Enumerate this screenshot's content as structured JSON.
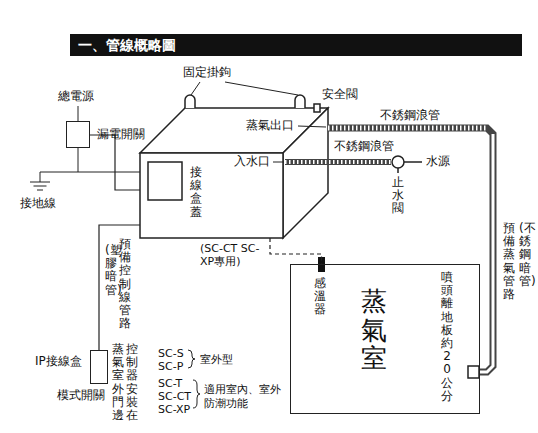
{
  "diagram": {
    "title": "一、管線概略圖",
    "nodes": [
      {
        "text": [
          "漏電開關"
        ]
      },
      {
        "text": [
          "接線盒蓋"
        ]
      },
      {
        "text": [
          "蒸氣室",
          "噴頭離地板約20公分"
        ]
      },
      {
        "text": [
          "IP接線盒",
          "模式開關"
        ]
      }
    ],
    "edges": [
      {
        "from": 0,
        "to": 1,
        "arrow": "none"
      },
      {
        "from": 1,
        "to": 2,
        "arrow": "none"
      },
      {
        "from": 1,
        "to": 2,
        "label": "(SC-CT SC-XP專用)",
        "arrow": "none"
      },
      {
        "from": 1,
        "to": 3,
        "arrow": "none"
      }
    ],
    "labels": [
      "固定掛鉤",
      "總電源",
      "安全閥",
      "蒸氣出口",
      "不銹鋼浪管",
      "入水口",
      "不銹鋼浪管",
      "水源",
      "止水閥",
      "接地線",
      "(不銹鋼暗管)",
      "預備蒸氣管路",
      "感溫器",
      "預備控制線管路",
      "(塑膠暗管)",
      "控制器安裝在",
      "蒸氣室外門邊",
      "SC-S",
      "SC-P",
      "室外型",
      "SC-T",
      "SC-CT",
      "SC-XP",
      "適用室內、室外",
      "防潮功能"
    ]
  }
}
